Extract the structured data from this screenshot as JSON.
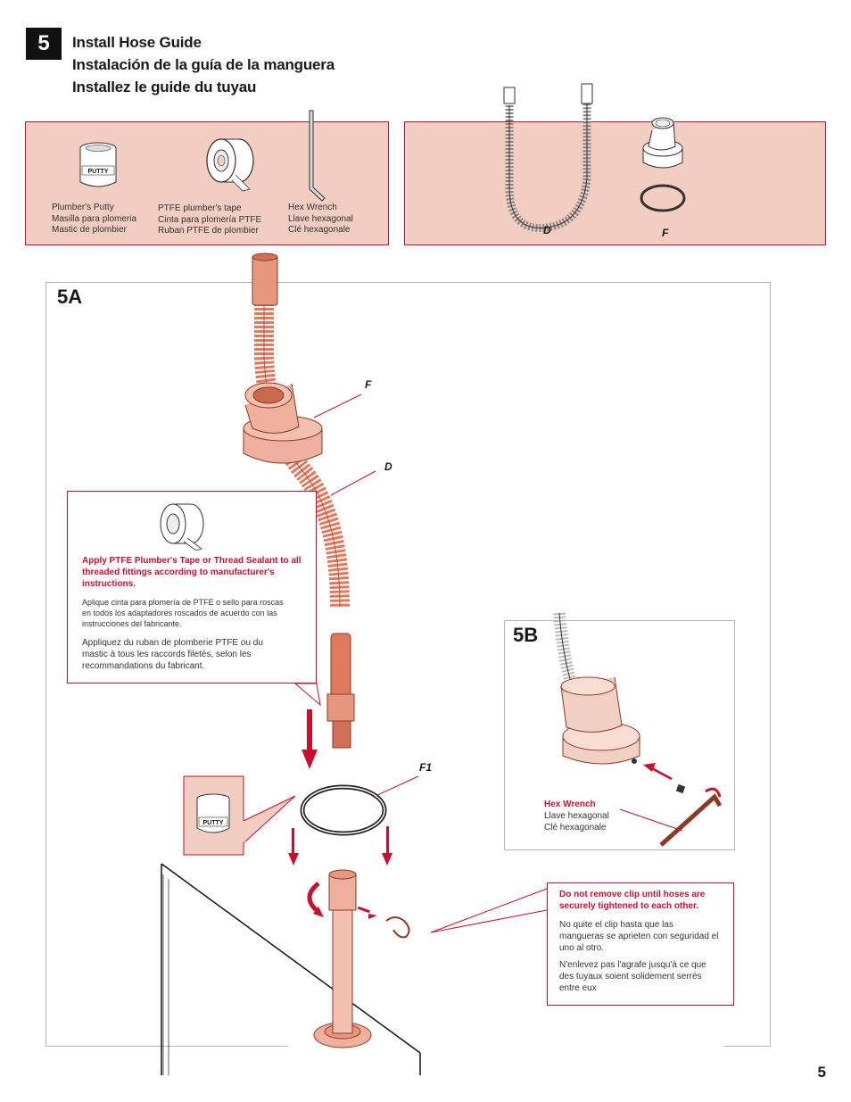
{
  "header": {
    "step_number": "5",
    "title_en": "Install Hose Guide",
    "title_es": "Instalación de la guía de la manguera",
    "title_fr": "Installez le guide du tuyau"
  },
  "tools": {
    "putty": {
      "label_en": "Plumber's Putty",
      "label_es": "Masilla para plomeria",
      "label_fr": "Mastic de plombier",
      "jar_text": "PUTTY"
    },
    "tape": {
      "label_en": "PTFE plumber's tape",
      "label_es": "Cinta para plomería PTFE",
      "label_fr": "Ruban PTFE de plombier"
    },
    "wrench": {
      "label_en": "Hex Wrench",
      "label_es": "Llave hexagonal",
      "label_fr": "Clé hexagonale"
    }
  },
  "parts": {
    "hose_letter": "D",
    "guide_letter": "F"
  },
  "step_5a": {
    "tag": "5A",
    "label_f": "F",
    "label_d": "D",
    "label_f1": "F1",
    "putty_jar_text": "PUTTY",
    "callout": {
      "title_en": "Apply PTFE Plumber's Tape or Thread Sealant to all threaded fittings according to manufacturer's instructions.",
      "text_es": "Aplique cinta para plomería de PTFE o sello para roscas en todos los adaptadores roscados de acuerdo con las instrucciones del fabricante.",
      "text_fr": "Appliquez du ruban de plomberie PTFE ou du mastic à tous les raccords filetés, selon les recommandations du fabricant."
    },
    "warning": {
      "title_en": "Do not remove clip until hoses are securely tightened to each other.",
      "text_es": "No quite el clip hasta que las mangueras se aprieten con seguridad el uno al otro.",
      "text_fr": "N'enlevez pas l'agrafe jusqu'à ce que des tuyaux soient solidement serrés entre eux"
    }
  },
  "step_5b": {
    "tag": "5B",
    "wrench_en": "Hex Wrench",
    "wrench_es": "Llave hexagonal",
    "wrench_fr": "Clé hexagonale"
  },
  "page_number": "5",
  "colors": {
    "accent": "#c8102e",
    "panel": "#f2cdc2",
    "copper": "#e07a5f",
    "copper_light": "#f0b09e"
  }
}
